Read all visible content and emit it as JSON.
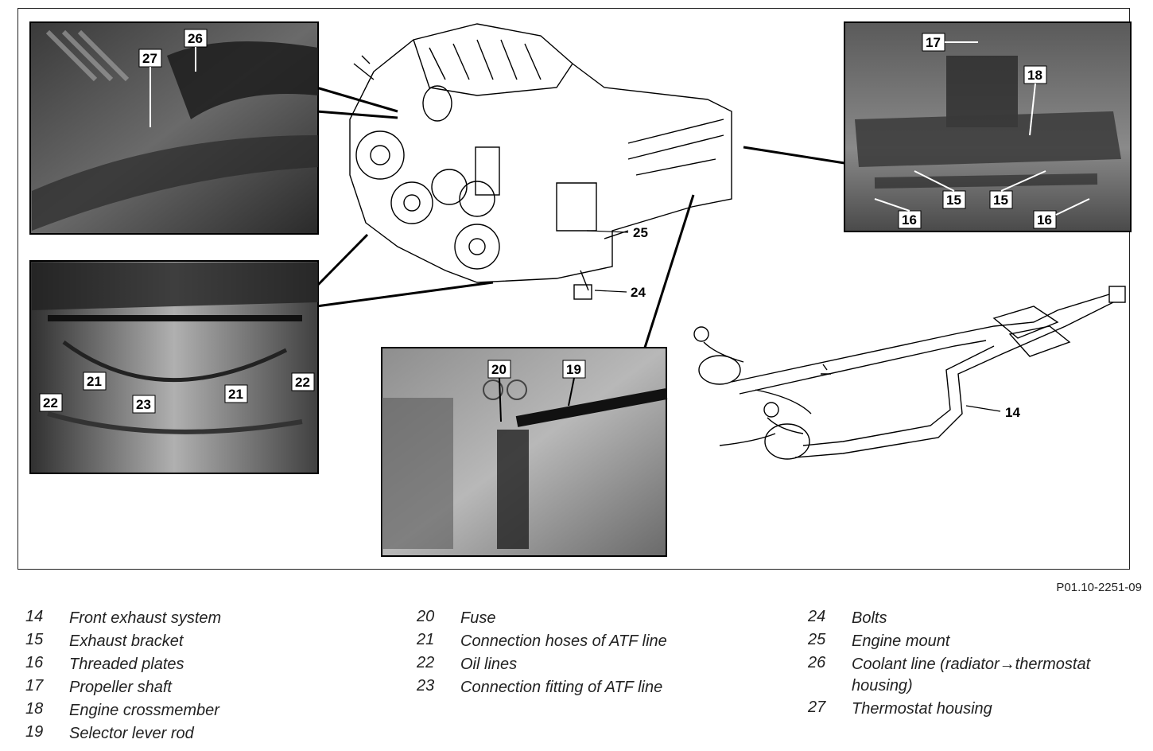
{
  "figure_code": "P01.10-2251-09",
  "photo_labels": {
    "top_left": [
      "27",
      "26"
    ],
    "top_right": [
      "17",
      "18",
      "15",
      "15",
      "16",
      "16"
    ],
    "mid_left": [
      "21",
      "21",
      "22",
      "22",
      "23"
    ],
    "bottom_center": [
      "20",
      "19"
    ]
  },
  "callouts": [
    "25",
    "24",
    "14"
  ],
  "legend": {
    "col1": [
      {
        "num": "14",
        "text": "Front exhaust system"
      },
      {
        "num": "15",
        "text": "Exhaust bracket"
      },
      {
        "num": "16",
        "text": "Threaded plates"
      },
      {
        "num": "17",
        "text": "Propeller shaft"
      },
      {
        "num": "18",
        "text": "Engine crossmember"
      },
      {
        "num": "19",
        "text": "Selector lever rod"
      }
    ],
    "col2": [
      {
        "num": "20",
        "text": "Fuse"
      },
      {
        "num": "21",
        "text": "Connection hoses of ATF line"
      },
      {
        "num": "22",
        "text": "Oil lines"
      },
      {
        "num": "23",
        "text": "Connection fitting of ATF line"
      }
    ],
    "col3": [
      {
        "num": "24",
        "text": "Bolts"
      },
      {
        "num": "25",
        "text": "Engine mount"
      },
      {
        "num": "26",
        "text": "Coolant line (radiator→thermostat housing)"
      },
      {
        "num": "27",
        "text": "Thermostat housing"
      }
    ]
  }
}
